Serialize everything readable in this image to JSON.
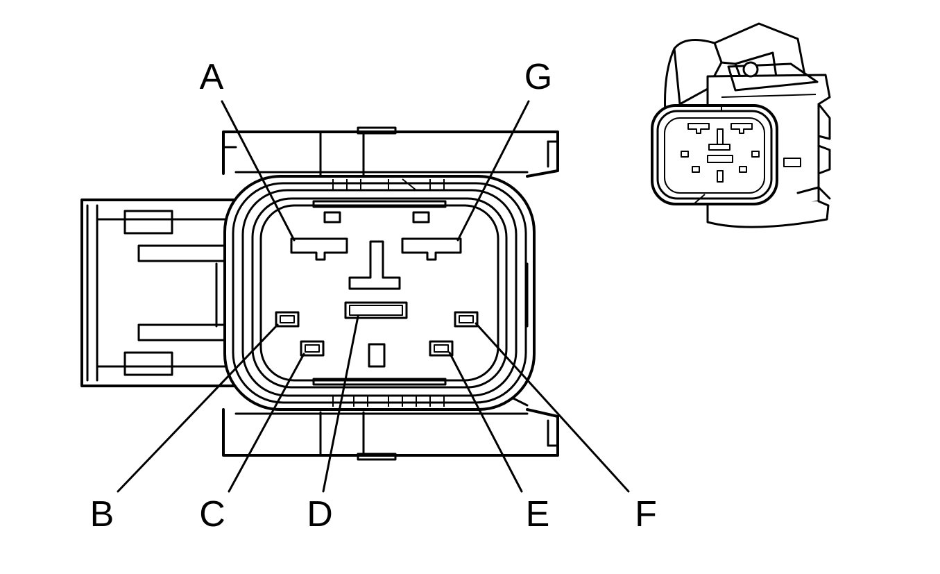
{
  "pins": [
    {
      "id": "A",
      "label": "A"
    },
    {
      "id": "B",
      "label": "B"
    },
    {
      "id": "C",
      "label": "C"
    },
    {
      "id": "D",
      "label": "D"
    },
    {
      "id": "E",
      "label": "E"
    },
    {
      "id": "F",
      "label": "F"
    },
    {
      "id": "G",
      "label": "G"
    }
  ]
}
